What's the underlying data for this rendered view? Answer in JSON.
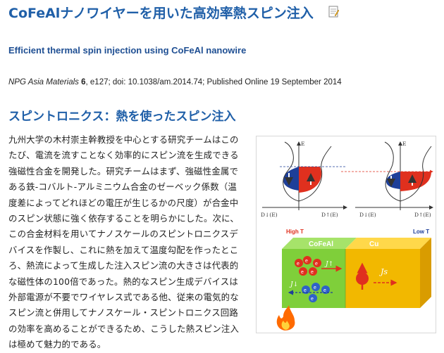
{
  "title": "CoFeAlナノワイヤーを用いた高効率熱スピン注入",
  "subtitle": "Efficient thermal spin injection using CoFeAl nanowire",
  "citation": {
    "journal": "NPG Asia Materials",
    "volume": "6",
    "rest": ", e127; doi: 10.1038/am.2014.74; Published Online 19 September 2014"
  },
  "heading": "スピントロニクス：熱を使ったスピン注入",
  "body_lines": [
    "九州大学の木村崇主幹教授を中心とする研究チームはこの",
    "たび、電流を流すことなく効率的にスピン流を生成できる",
    "強磁性合金を開発した。研究チームはまず、強磁性金属で",
    "ある鉄-コバルト-アルミニウム合金のゼーベック係数（温",
    "度差によってどれほどの電圧が生じるかの尺度）が合金中",
    "のスピン状態に強く依存することを明らかにした。次に、",
    "この合金材料を用いてナノスケールのスピントロニクスデ",
    "バイスを作製し、これに熱を加えて温度勾配を作ったとこ",
    "ろ、熱流によって生成した注入スピン流の大きさは代表的",
    "な磁性体の100倍であった。熱的なスピン生成デバイスは",
    "外部電源が不要でワイヤレス式である他、従来の電気的な",
    "スピン流と併用してナノスケール・スピントロニクス回路",
    "の効率を高めることができるため、こうした熱スピン注入",
    "は極めて魅力的である。"
  ],
  "figure": {
    "left_axis_x": "D↓(E)",
    "left_axis_y": "D↑(E)",
    "right_axis_x": "D↓(E)",
    "right_axis_y": "D↑(E)",
    "energy_label": "E",
    "high_t": "High T",
    "low_t": "Low T",
    "material_left": "CoFeAl",
    "material_right": "Cu",
    "j_top": "J↑",
    "j_bottom": "J↓",
    "js": "Js",
    "electron": "e"
  },
  "colors": {
    "title": "#1f5fa8",
    "spin_down": "#1e3f99",
    "spin_up": "#e0301e",
    "cofeal": "#7fcf3a",
    "cu": "#f2b800"
  },
  "icons": [
    "edit-note-icon",
    "flame-icon",
    "spin-up-arrow-icon",
    "spin-down-arrow-icon"
  ]
}
